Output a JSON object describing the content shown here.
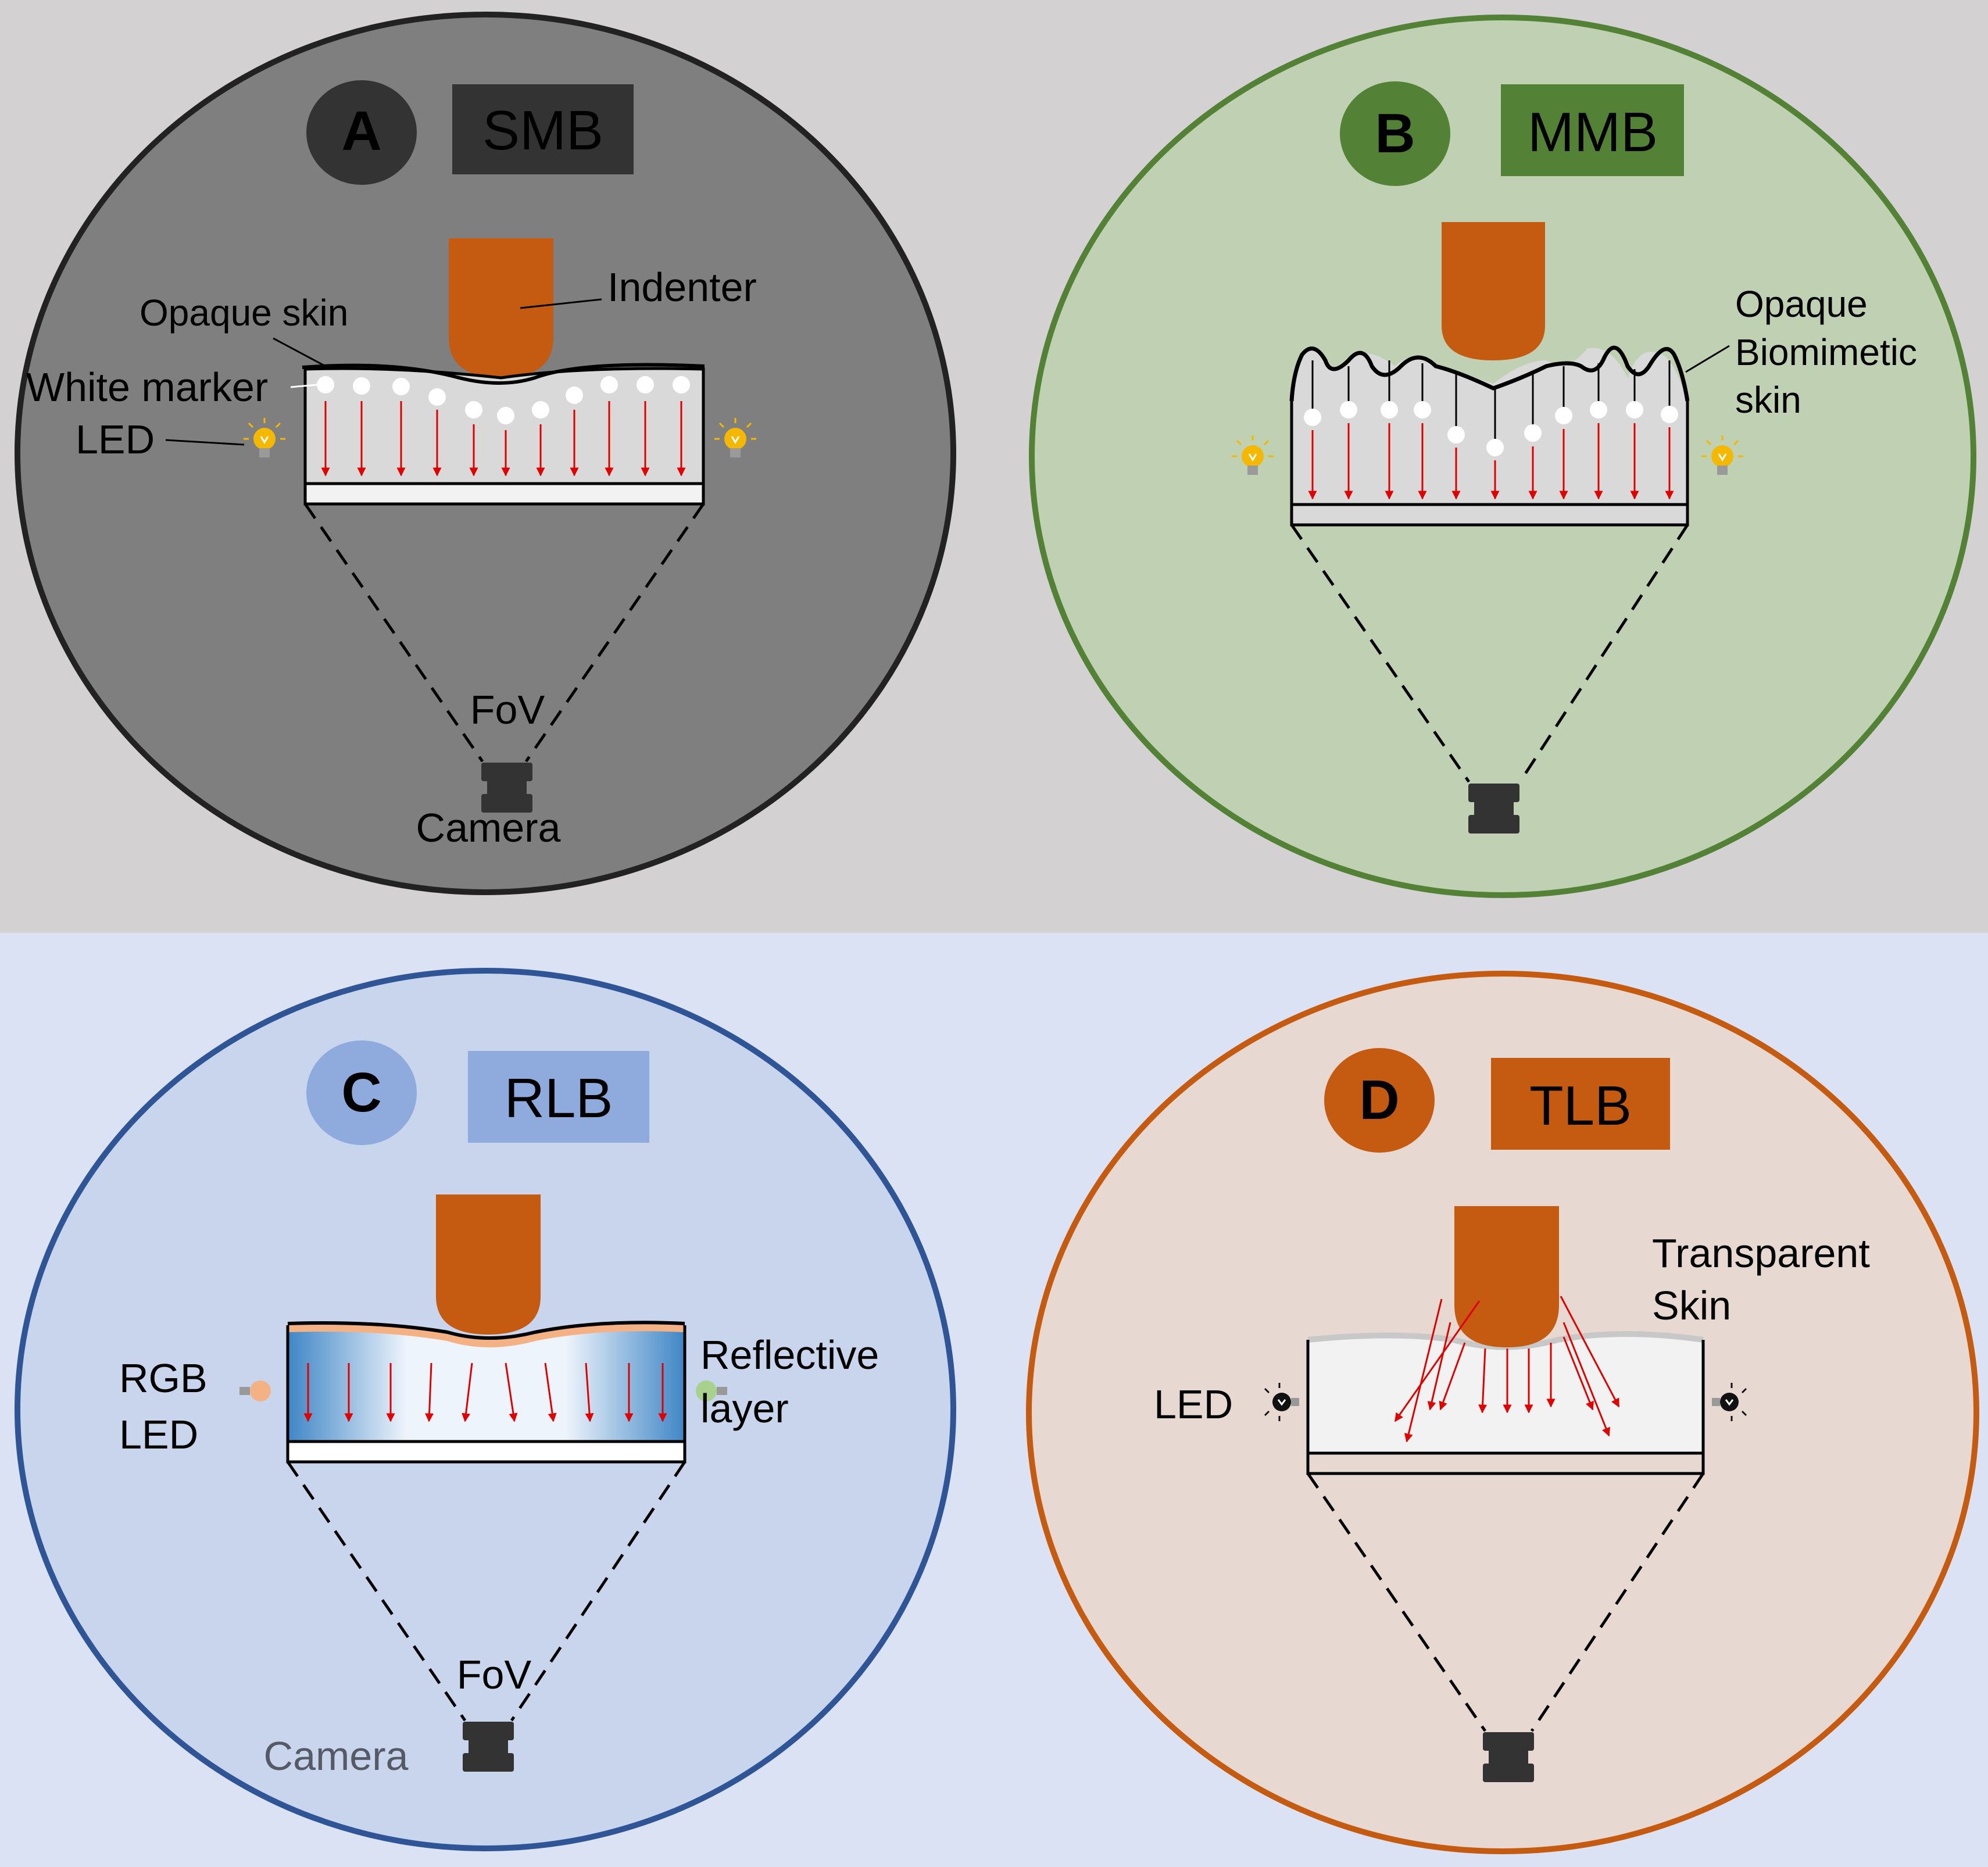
{
  "panels": {
    "a": {
      "letter": "A",
      "tag": "SMB",
      "labels": {
        "indenter": "Indenter",
        "opaque_skin": "Opaque skin",
        "white_marker": "White marker",
        "led": "LED",
        "fov": "FoV",
        "camera": "Camera"
      }
    },
    "b": {
      "letter": "B",
      "tag": "MMB",
      "labels": {
        "skin_line1": "Opaque",
        "skin_line2": "Biomimetic",
        "skin_line3": "skin"
      }
    },
    "c": {
      "letter": "C",
      "tag": "RLB",
      "labels": {
        "rgb": "RGB",
        "led": "LED",
        "reflective": "Reflective",
        "layer": "layer",
        "fov": "FoV",
        "camera": "Camera"
      }
    },
    "d": {
      "letter": "D",
      "tag": "TLB",
      "labels": {
        "transparent": "Transparent",
        "skin": "Skin",
        "led": "LED"
      }
    }
  },
  "colors": {
    "top_background": "#d3d1d1",
    "bottom_background": "#dae2f3",
    "panel_a_fill": "#7f7f7f",
    "panel_a_border": "#222222",
    "panel_b_fill": "#c0d0b2",
    "panel_b_border": "#538135",
    "panel_c_fill": "#c8d5ec",
    "panel_c_border": "#2f5597",
    "panel_d_fill": "#e8d8d2",
    "panel_d_border": "#c55a11",
    "indenter": "#c55a11",
    "arrow": "#e00000",
    "camera": "#333333"
  }
}
